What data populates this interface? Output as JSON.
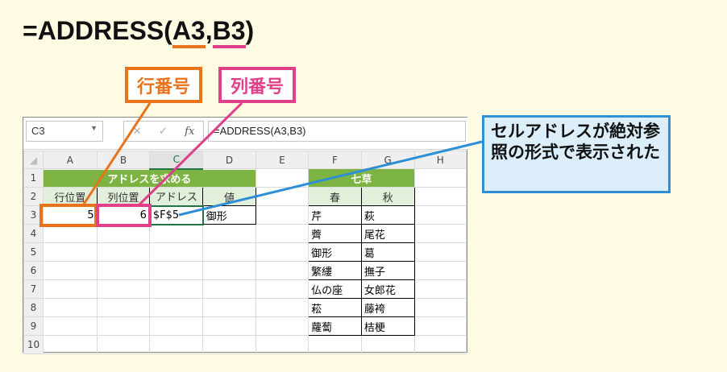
{
  "title": {
    "prefix": "=ADDRESS(",
    "arg1": "A3",
    "sep": ",",
    "arg2": "B3",
    "suffix": ")"
  },
  "labels": {
    "row": "行番号",
    "col": "列番号"
  },
  "callout": "セルアドレスが絶対参照の形式で表示された",
  "formula_bar": {
    "name_box": "C3",
    "cancel": "✕",
    "enter": "✓",
    "fx": "fx",
    "formula": "=ADDRESS(A3,B3)"
  },
  "columns": [
    "A",
    "B",
    "C",
    "D",
    "E",
    "F",
    "G",
    "H"
  ],
  "rows": [
    "1",
    "2",
    "3",
    "4",
    "5",
    "6",
    "7",
    "8",
    "9",
    "10"
  ],
  "table1": {
    "title": "アドレスを求める",
    "headers": [
      "行位置",
      "列位置",
      "アドレス",
      "値"
    ],
    "row": [
      "5",
      "6",
      "$F$5",
      "御形"
    ]
  },
  "table2": {
    "title": "七草",
    "headers": [
      "春",
      "秋"
    ],
    "rows": [
      [
        "芹",
        "萩"
      ],
      [
        "薺",
        "尾花"
      ],
      [
        "御形",
        "葛"
      ],
      [
        "繁縷",
        "撫子"
      ],
      [
        "仏の座",
        "女郎花"
      ],
      [
        "菘",
        "藤袴"
      ],
      [
        "蘿蔔",
        "桔梗"
      ]
    ]
  },
  "colors": {
    "orange": "#e8731a",
    "pink": "#e0408a",
    "blue": "#2e8fd6",
    "green": "#7cb342"
  }
}
